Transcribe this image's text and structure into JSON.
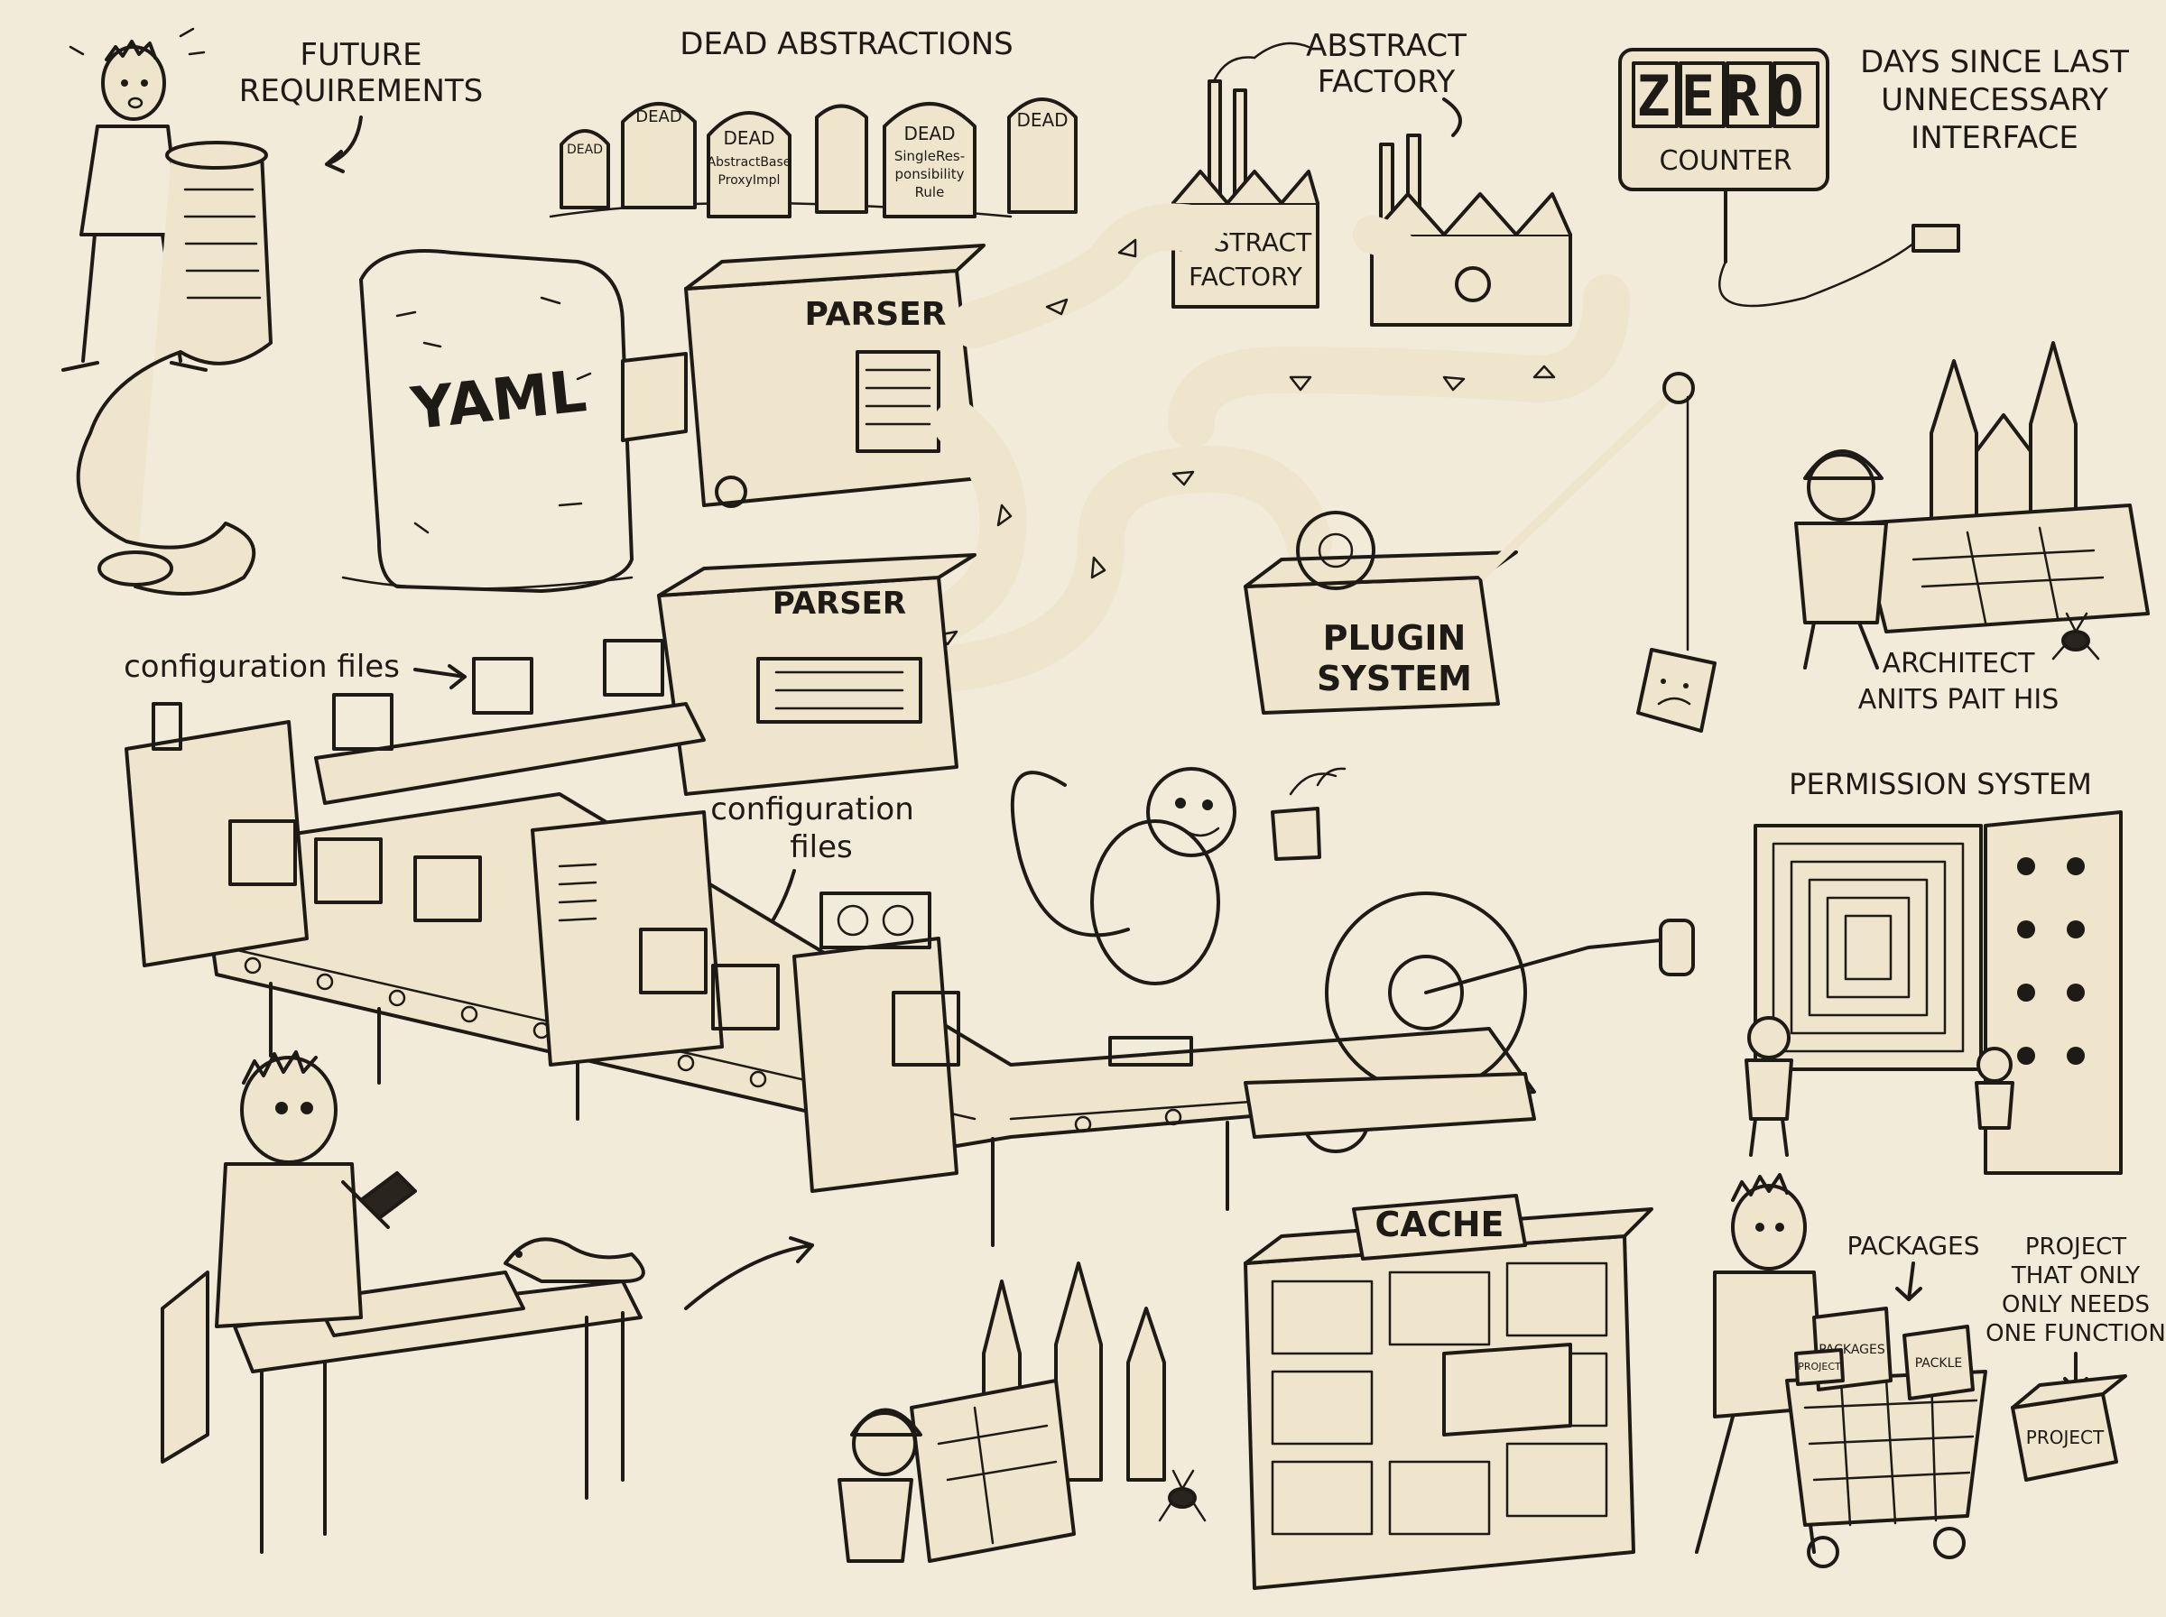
{
  "labels": {
    "future_requirements_1": "FUTURE",
    "future_requirements_2": "REQUIREMENTS",
    "dead_abstractions": "DEAD ABSTRACTIONS",
    "abstract_factory_top_1": "ABSTRACT",
    "abstract_factory_top_2": "FACTORY",
    "abstract_factory_building_1": "ABSTRACT",
    "abstract_factory_building_2": "FACTORY",
    "counter_value": "ZERO",
    "counter_label": "COUNTER",
    "days_since_1": "DAYS SINCE LAST",
    "days_since_2": "UNNECESSARY",
    "days_since_3": "INTERFACE",
    "yaml": "YAML",
    "parser_top": "PARSER",
    "parser_mid": "PARSER",
    "plugin_1": "PLUGIN",
    "plugin_2": "SYSTEM",
    "architect_1": "ARCHITECT",
    "architect_2": "ANITS PAIT HIS",
    "config_files_left": "configuration files",
    "config_files_mid_1": "configuration",
    "config_files_mid_2": "files",
    "permission_system": "PERMISSION SYSTEM",
    "cache": "CACHE",
    "packages": "PACKAGES",
    "project_note_1": "PROJECT",
    "project_note_2": "THAT ONLY",
    "project_note_3": "ONLY NEEDS",
    "project_note_4": "ONE FUNCTION",
    "project_box": "PROJECT",
    "cart_box_1": "PACKAGES",
    "cart_box_2": "PROJECT",
    "cart_box_3": "PACKLE"
  },
  "tombstones": [
    {
      "line1": "DEAD",
      "line2": "",
      "line3": "",
      "line4": ""
    },
    {
      "line1": "DEAD",
      "line2": "",
      "line3": "",
      "line4": ""
    },
    {
      "line1": "DEAD",
      "line2": "AbstractBase",
      "line3": "ProxyImpl",
      "line4": ""
    },
    {
      "line1": "DEAD",
      "line2": "SingleRes-",
      "line3": "ponsibility",
      "line4": "Rule"
    },
    {
      "line1": "DEAD",
      "line2": "",
      "line3": "",
      "line4": ""
    }
  ]
}
